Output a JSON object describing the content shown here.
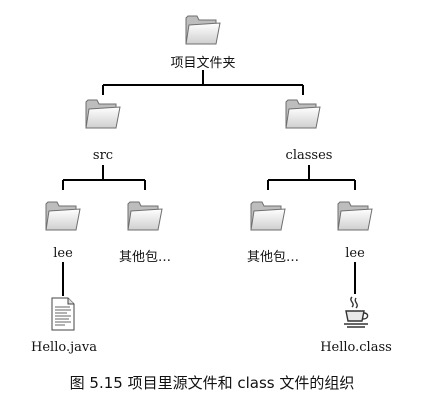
{
  "root": {
    "label": "项目文件夹",
    "icon": "folder-icon"
  },
  "src": {
    "label": "src",
    "icon": "folder-icon"
  },
  "classes": {
    "label": "classes",
    "icon": "folder-icon"
  },
  "src_lee": {
    "label": "lee",
    "icon": "folder-icon"
  },
  "src_other": {
    "label": "其他包…",
    "icon": "folder-icon"
  },
  "classes_other": {
    "label": "其他包…",
    "icon": "folder-icon"
  },
  "classes_lee": {
    "label": "lee",
    "icon": "folder-icon"
  },
  "java_file": {
    "label": "Hello.java",
    "icon": "java-source-file-icon"
  },
  "class_file": {
    "label": "Hello.class",
    "icon": "java-class-file-icon"
  },
  "caption": {
    "text": "图 5.15   项目里源文件和 class 文件的组织"
  }
}
